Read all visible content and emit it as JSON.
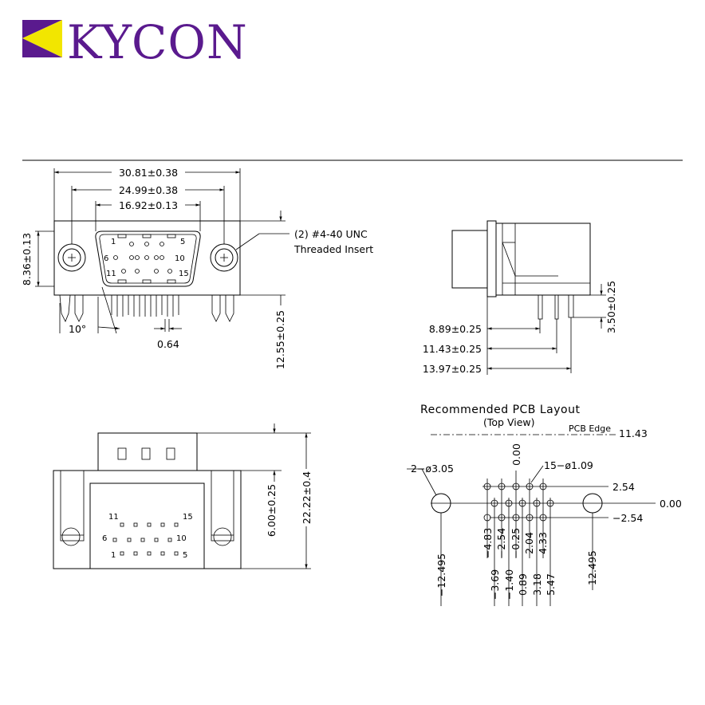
{
  "brand": {
    "name": "KYCON",
    "colors": {
      "purple": "#5a1a8e",
      "yellow": "#f2e600"
    }
  },
  "front_view": {
    "dim_overall_width": "30.81±0.38",
    "dim_mount_holes": "24.99±0.38",
    "dim_shell": "16.92±0.13",
    "dim_height": "8.36±0.13",
    "dim_depth": "12.55±0.25",
    "dim_angle": "10°",
    "dim_pin_width": "0.64",
    "callout_line1": "(2)  #4-40  UNC",
    "callout_line2": "Threaded  Insert",
    "pin_labels": [
      "1",
      "5",
      "6",
      "10",
      "11",
      "15"
    ]
  },
  "side_view": {
    "dim_a": "8.89±0.25",
    "dim_b": "11.43±0.25",
    "dim_c": "13.97±0.25",
    "dim_tail": "3.50±0.25"
  },
  "bottom_view": {
    "dim_height": "22.22±0.4",
    "dim_shell": "6.00±0.25",
    "pin_labels": [
      "11",
      "15",
      "6",
      "10",
      "1",
      "5"
    ]
  },
  "pcb_layout": {
    "title": "Recommended  PCB  Layout",
    "subtitle": "(Top  View)",
    "edge_label": "PCB  Edge",
    "edge_value": "11.43",
    "hole_callout_pins": "15−ø1.09",
    "hole_callout_mount": "2−ø3.05",
    "y_top": "2.54",
    "y_zero": "0.00",
    "y_bottom": "−2.54",
    "x_zero": "0.00",
    "x_left_mount": "−12.495",
    "x_right_mount": "12.495",
    "x_upper": [
      "−4.83",
      "−2.54",
      "−0.25",
      "2.04",
      "4.33"
    ],
    "x_lower": [
      "−3.69",
      "−1.40",
      "0.89",
      "3.18",
      "5.47"
    ]
  }
}
